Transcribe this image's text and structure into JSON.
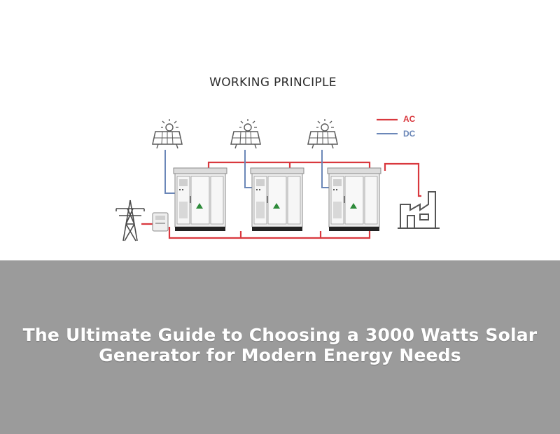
{
  "diagram": {
    "title": "WORKING PRINCIPLE",
    "legend": [
      {
        "label": "AC",
        "color": "#d9383e"
      },
      {
        "label": "DC",
        "color": "#6b87b8"
      }
    ],
    "icons": {
      "solar_panel": "solar-panel-icon",
      "cabinet": "energy-storage-cabinet-icon",
      "grid": "power-tower-icon",
      "meter": "electric-meter-icon",
      "load": "factory-icon"
    },
    "colors": {
      "ac_line": "#d9383e",
      "dc_line": "#6b87b8",
      "icon_stroke": "#5a5a5a",
      "cabinet_body": "#eeeeee"
    }
  },
  "banner": {
    "title": "The Ultimate Guide to Choosing a 3000 Watts Solar Generator for Modern Energy Needs",
    "background": "#9b9b9b",
    "text_color": "#ffffff"
  }
}
